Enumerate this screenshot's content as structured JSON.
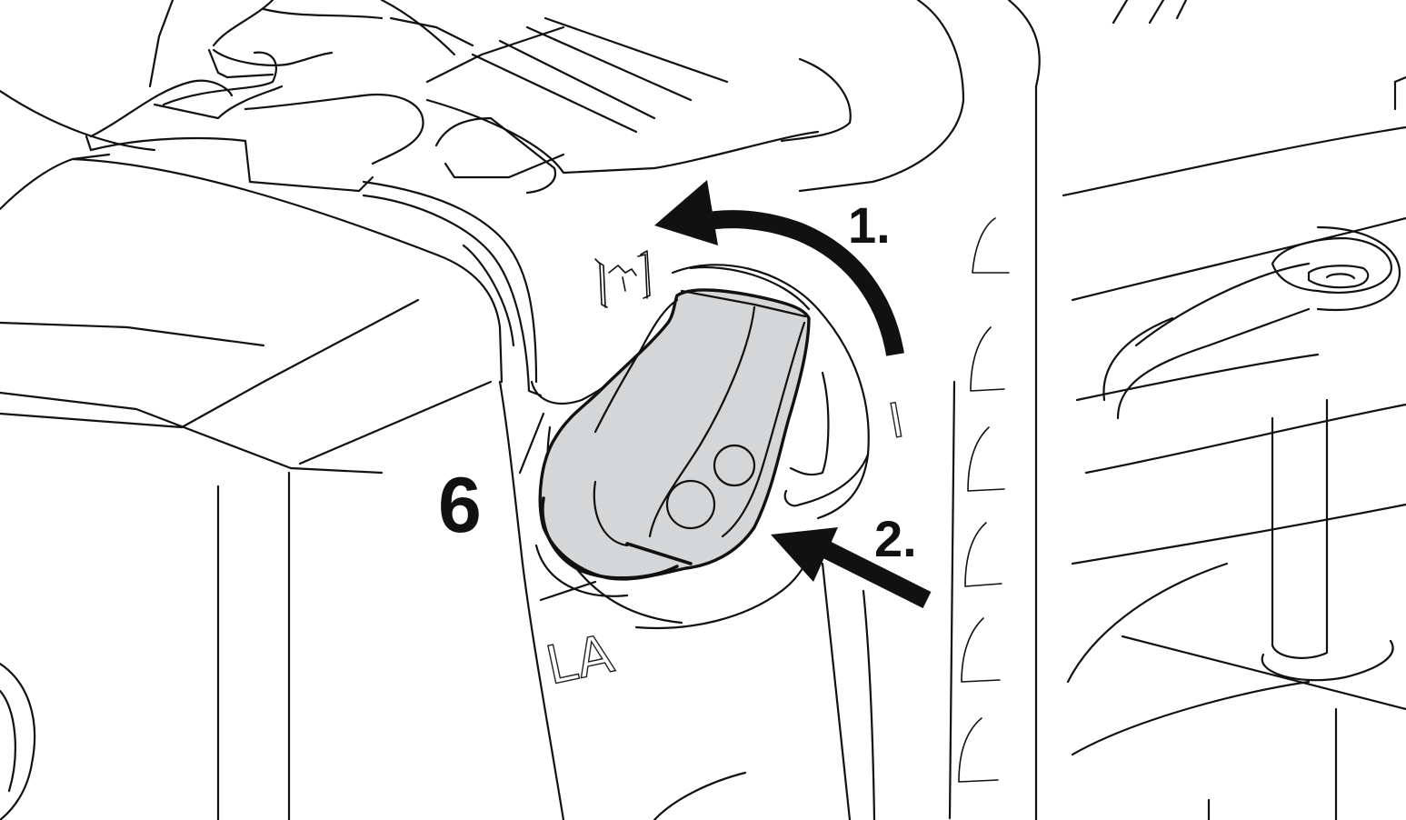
{
  "labels": {
    "part_number": "6",
    "step_1": "1.",
    "step_2": "2.",
    "position_on": "I",
    "position_la": "LA"
  },
  "colors": {
    "line": "#111111",
    "lever_fill": "#d4d6d8",
    "background": "#ffffff"
  },
  "icons": {
    "choke": "choke-symbol-icon",
    "rotate": "curved-arrow-icon",
    "press": "straight-arrow-icon"
  }
}
